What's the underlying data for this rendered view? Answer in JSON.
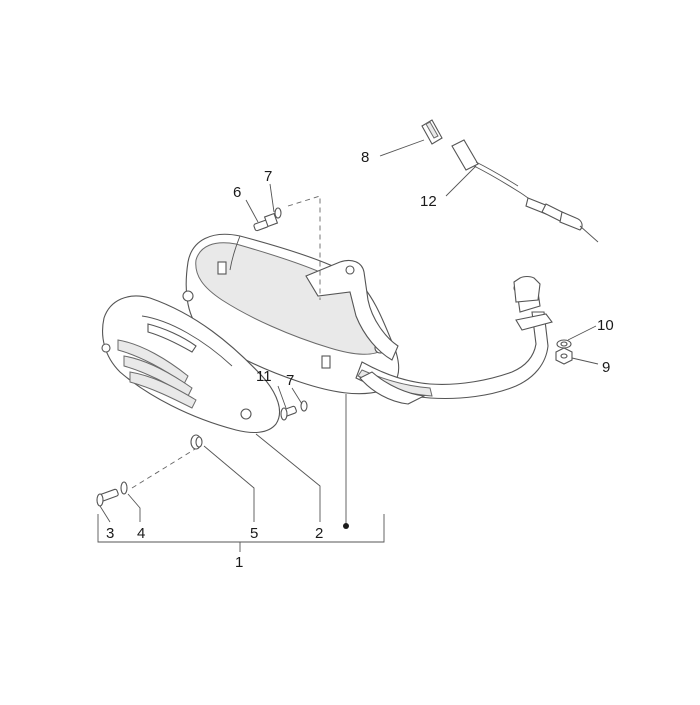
{
  "callouts": {
    "c1": "1",
    "c2": "2",
    "c3": "3",
    "c4": "4",
    "c5": "5",
    "c6": "6",
    "c7a": "7",
    "c7b": "7",
    "c8": "8",
    "c9": "9",
    "c10": "10",
    "c11": "11",
    "c12": "12"
  },
  "colors": {
    "line": "#555555",
    "fill": "#ffffff",
    "shade": "#e9e9e9",
    "text": "#1a1a1a"
  }
}
